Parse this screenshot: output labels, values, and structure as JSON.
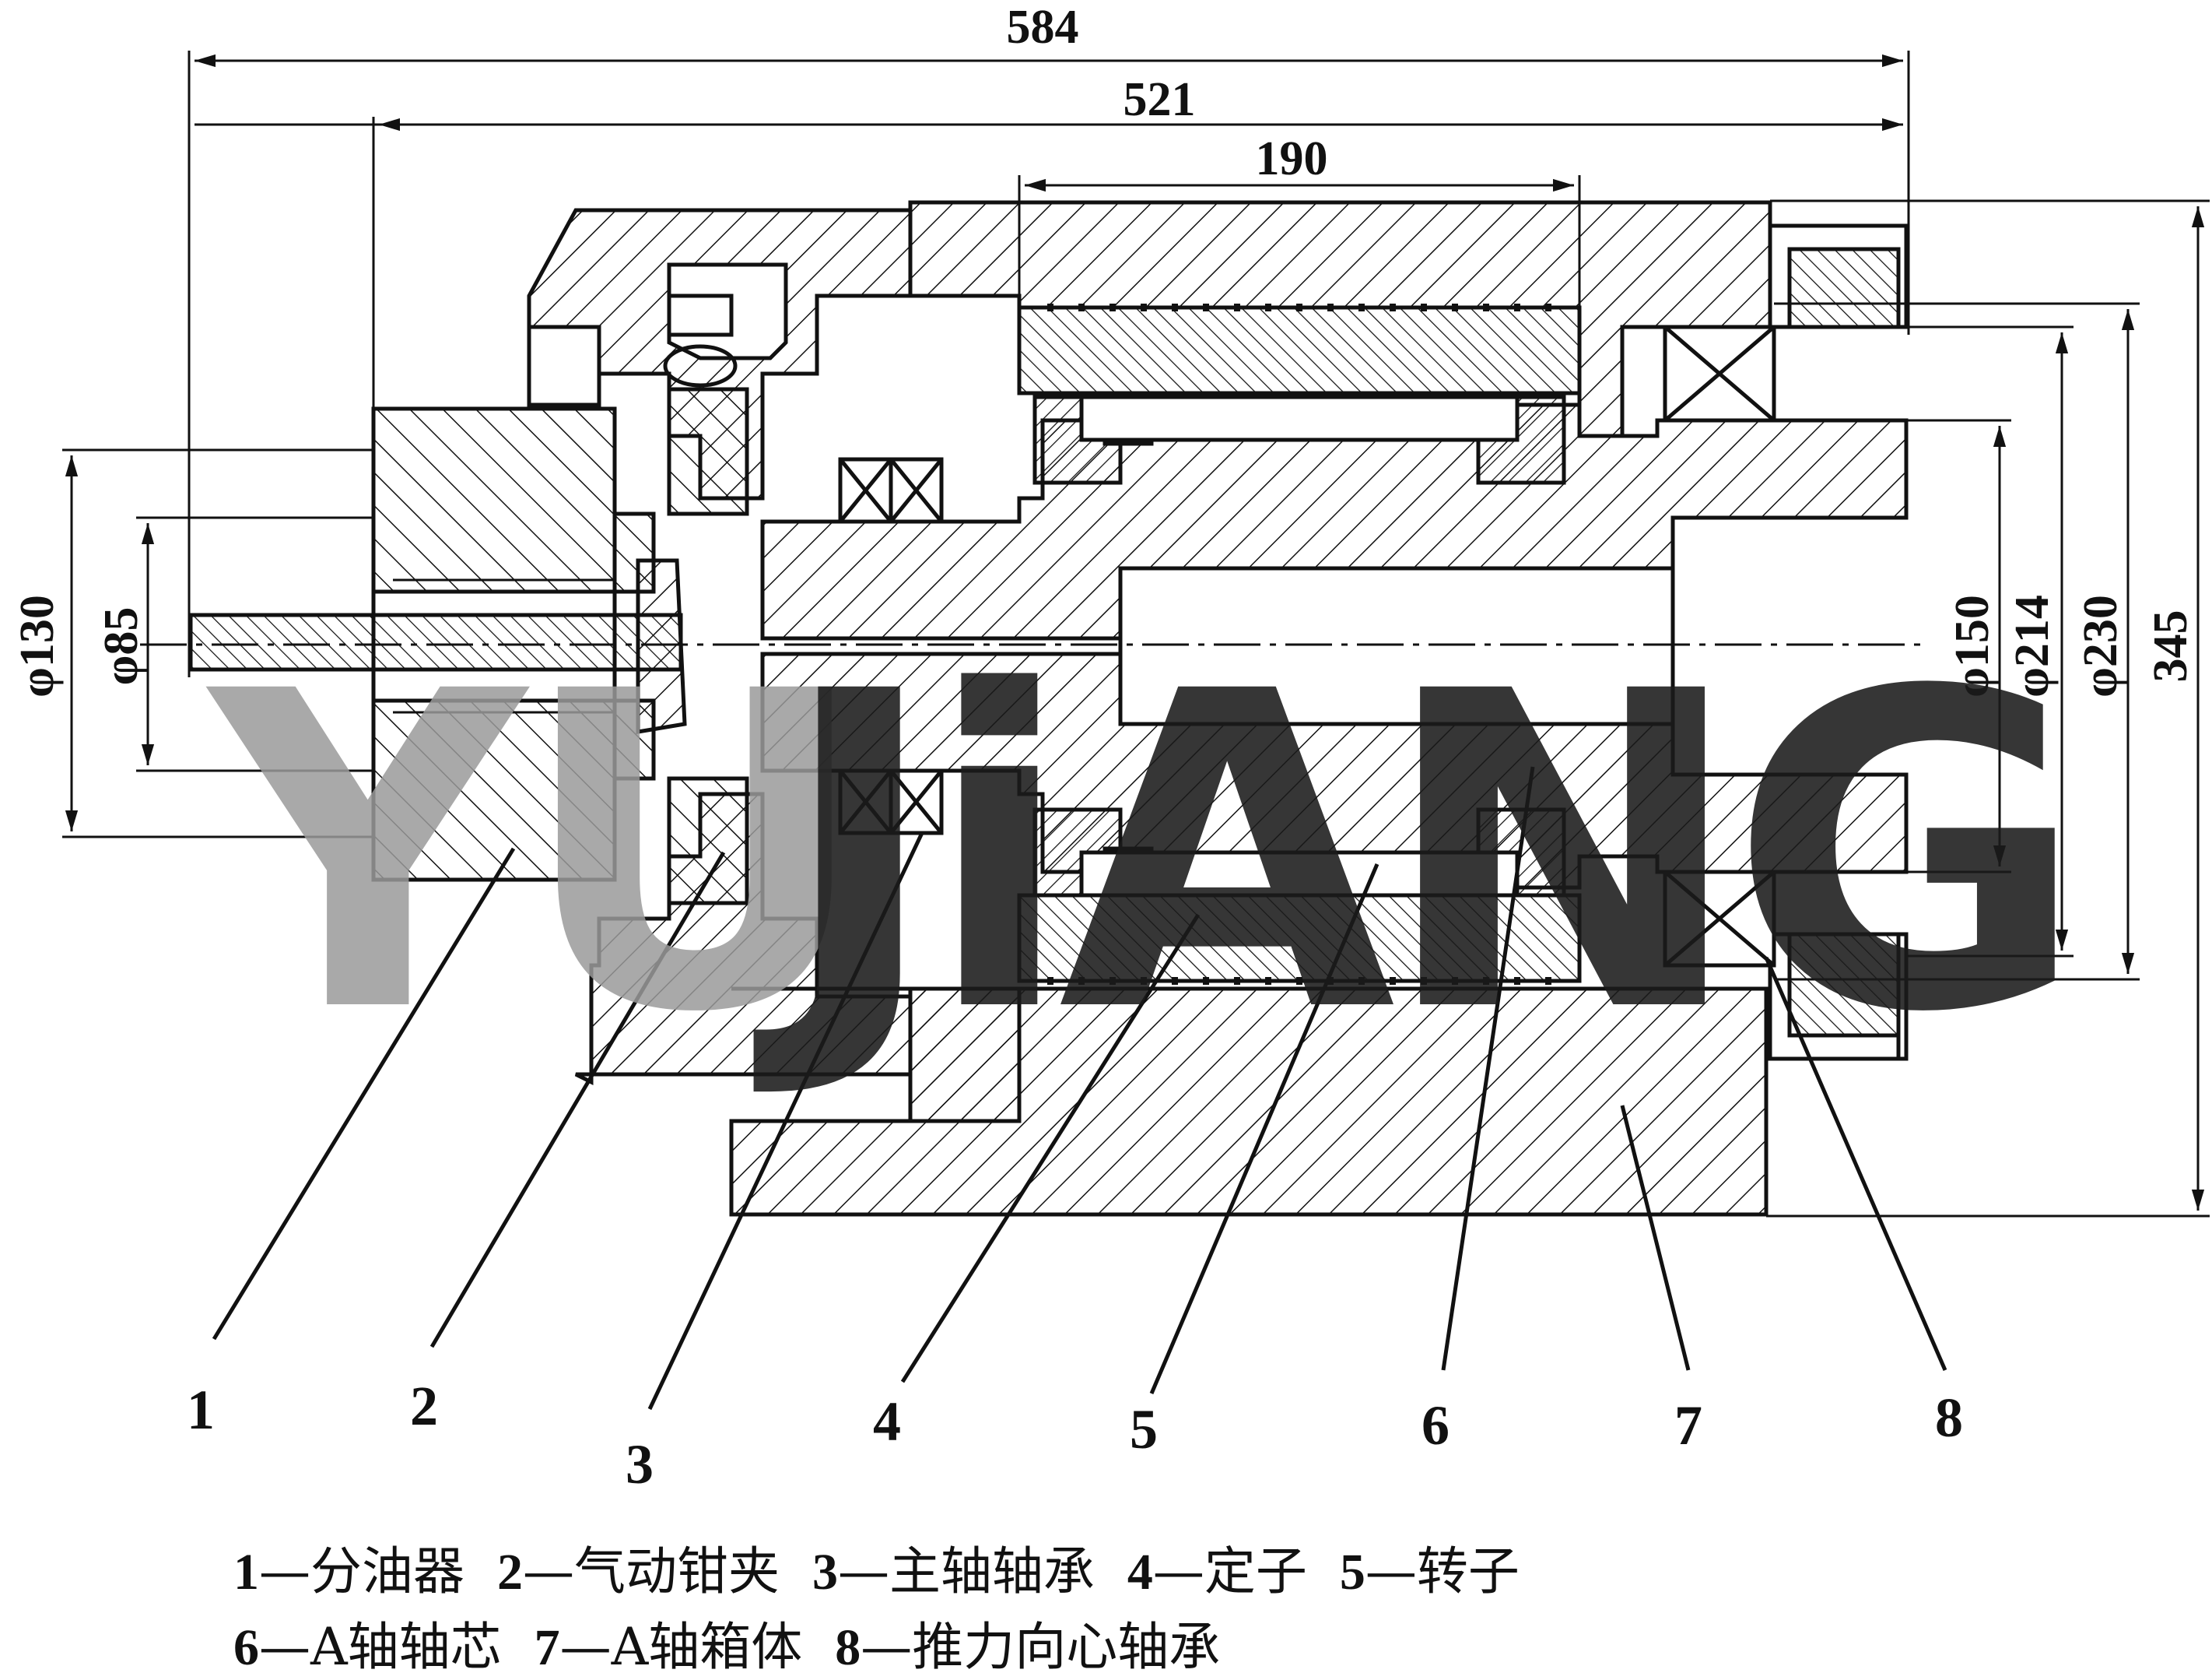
{
  "dimensions": {
    "top": [
      "584",
      "521",
      "190"
    ],
    "left": [
      "φ130",
      "φ85"
    ],
    "right": [
      "φ150",
      "φ214",
      "φ230",
      "345"
    ]
  },
  "parts": [
    "1",
    "2",
    "3",
    "4",
    "5",
    "6",
    "7",
    "8"
  ],
  "legend": {
    "line1": [
      {
        "num": "1",
        "name": "分油器"
      },
      {
        "num": "2",
        "name": "气动钳夹"
      },
      {
        "num": "3",
        "name": "主轴轴承"
      },
      {
        "num": "4",
        "name": "定子"
      },
      {
        "num": "5",
        "name": "转子"
      }
    ],
    "line2": [
      {
        "num": "6",
        "name": "A轴轴芯"
      },
      {
        "num": "7",
        "name": "A轴箱体"
      },
      {
        "num": "8",
        "name": "推力向心轴承"
      }
    ],
    "separator": "—"
  },
  "watermark": {
    "part1": "YU",
    "part2": "JiANG"
  },
  "colors": {
    "ink": "#111111",
    "watermark_light": "#9a9a9a",
    "watermark_dark": "#1a1a1a"
  }
}
